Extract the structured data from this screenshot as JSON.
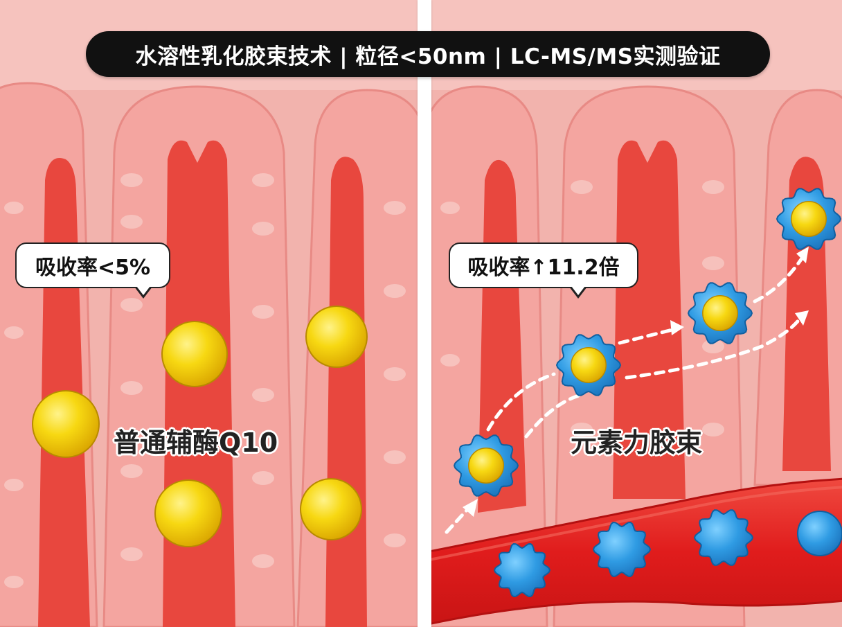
{
  "banner": {
    "text": "水溶性乳化胶束技术 | 粒径<50nm | LC-MS/MS实测验证"
  },
  "left_panel": {
    "bubble_text": "吸收率<5%",
    "label": "普通辅酶Q10"
  },
  "right_panel": {
    "bubble_text": "吸收率↑11.2倍",
    "label": "元素力胶束"
  },
  "colors": {
    "tissue_background": "#f2b3ad",
    "villus_outer": "#f4a5a0",
    "villus_core": "#e8473e",
    "blood_vessel": "#e21f1f",
    "coq10_particle": "#f6d20a",
    "micelle_shell": "#2e9ee0",
    "banner_bg": "#111111"
  },
  "icons": {
    "left_particles": "yellow-coq10-sphere",
    "right_particles": "blue-micelle-with-yellow-core",
    "vessel_particles": "blue-micelle",
    "arrows": "dashed-white-arrow"
  }
}
